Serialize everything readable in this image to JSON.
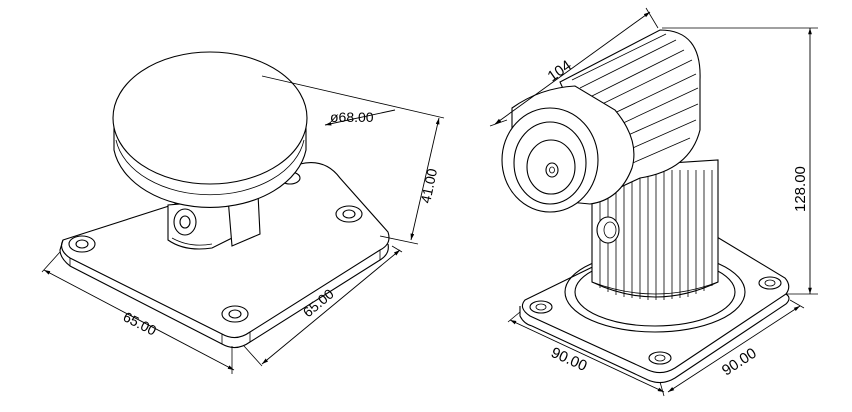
{
  "left_view": {
    "diameter_label": "ø68.00",
    "height_label": "41.00",
    "width_label": "65.00",
    "depth_label": "65.00"
  },
  "right_view": {
    "length_label": "104",
    "height_label": "128.00",
    "width_label": "90.00",
    "depth_label": "90.00"
  },
  "colors": {
    "line": "#000000",
    "background": "#ffffff"
  }
}
